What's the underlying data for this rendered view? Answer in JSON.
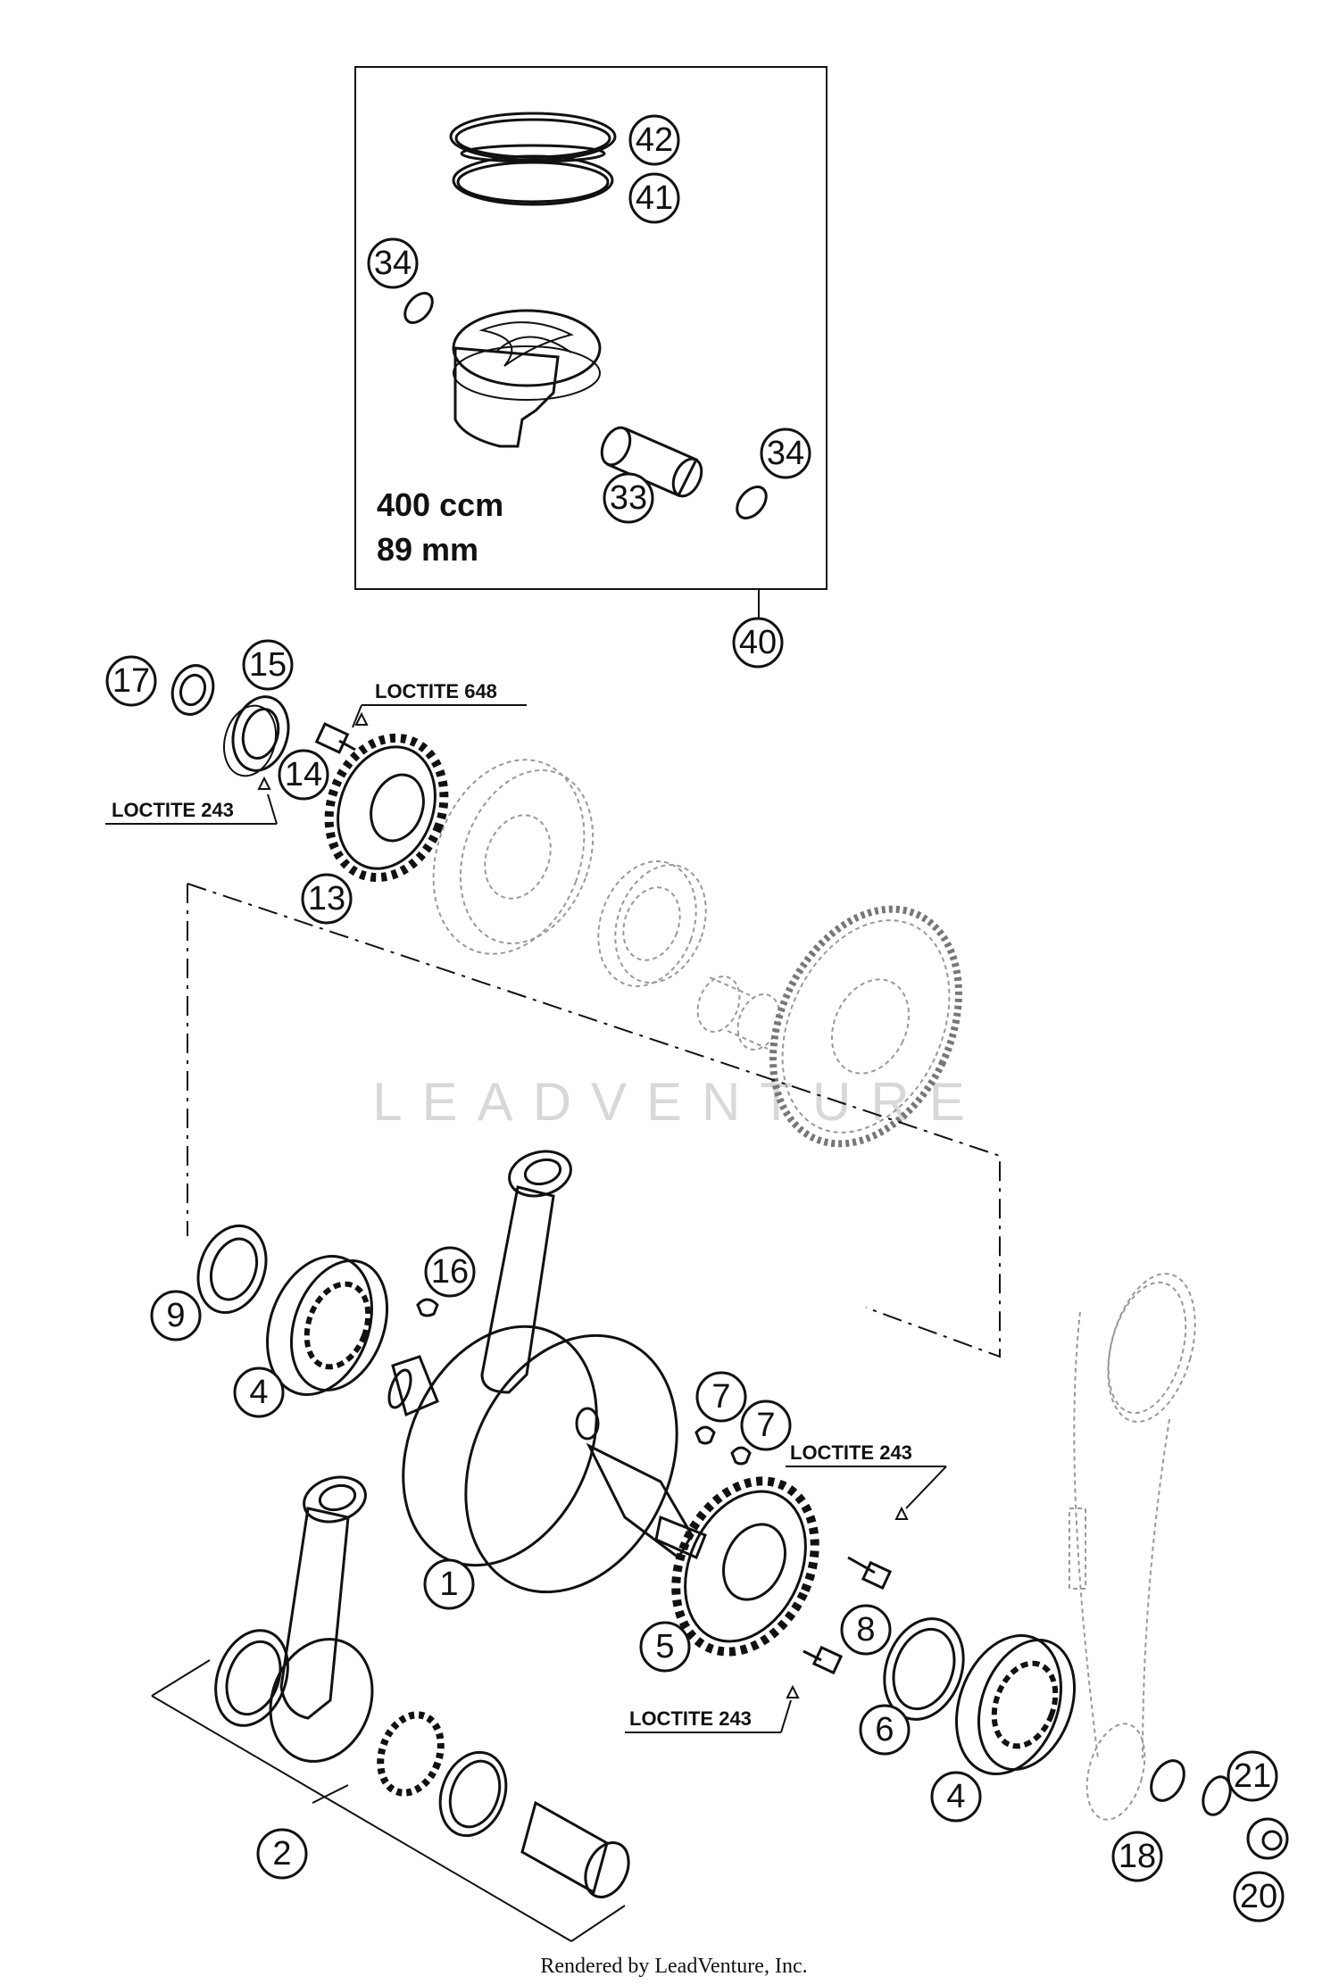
{
  "kit_box": {
    "displacement": "400 ccm",
    "bore": "89 mm"
  },
  "loctite_labels": {
    "l648": "LOCTITE 648",
    "l243_top": "LOCTITE 243",
    "l243_right": "LOCTITE 243",
    "l243_bottom": "LOCTITE 243"
  },
  "callouts": {
    "c42": "42",
    "c41": "41",
    "c34a": "34",
    "c34b": "34",
    "c33": "33",
    "c40": "40",
    "c17": "17",
    "c15": "15",
    "c14": "14",
    "c13": "13",
    "c9": "9",
    "c4a": "4",
    "c16": "16",
    "c1": "1",
    "c7a": "7",
    "c7b": "7",
    "c8": "8",
    "c5": "5",
    "c6": "6",
    "c4b": "4",
    "c2": "2",
    "c18": "18",
    "c21": "21",
    "c20": "20"
  },
  "watermark": "LEADVENTURE",
  "footer": "Rendered by LeadVenture, Inc."
}
